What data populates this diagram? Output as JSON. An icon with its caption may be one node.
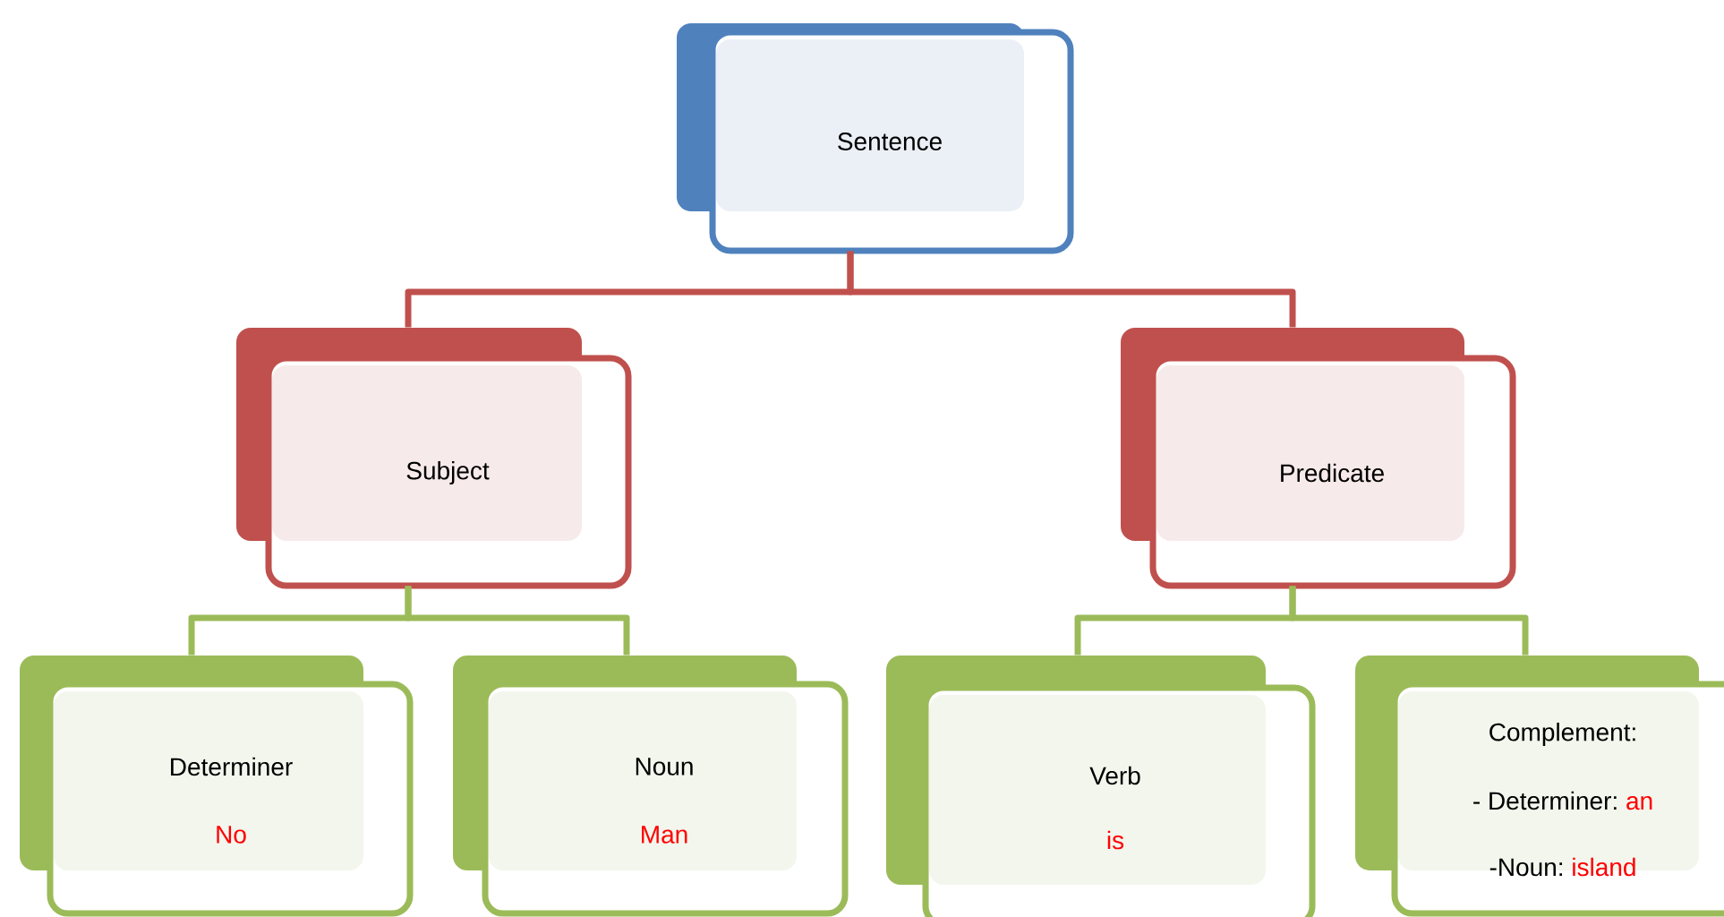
{
  "diagram": {
    "nodes": [
      {
        "text": [
          "Sentence"
        ]
      },
      {
        "text": [
          "Subject"
        ]
      },
      {
        "text": [
          "Predicate"
        ]
      },
      {
        "text": [
          "Determiner",
          "No"
        ]
      },
      {
        "text": [
          "Noun",
          "Man"
        ]
      },
      {
        "text": [
          "Verb",
          "is"
        ]
      },
      {
        "text": [
          "Complement:",
          "- Determiner:",
          "an",
          "-Noun:",
          "island"
        ]
      }
    ],
    "edges": [
      {
        "from": 0,
        "to": 1,
        "arrow": "none",
        "color": "#c0504d"
      },
      {
        "from": 0,
        "to": 2,
        "arrow": "none",
        "color": "#c0504d"
      },
      {
        "from": 1,
        "to": 3,
        "arrow": "none"
      },
      {
        "from": 1,
        "to": 4,
        "arrow": "none"
      },
      {
        "from": 2,
        "to": 5,
        "arrow": "none"
      },
      {
        "from": 2,
        "to": 6,
        "arrow": "none"
      }
    ]
  }
}
